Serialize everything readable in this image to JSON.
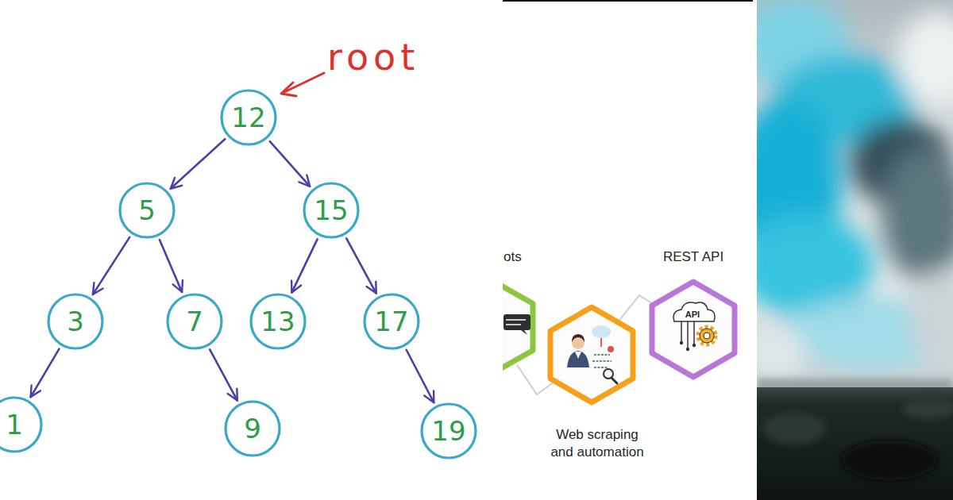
{
  "diagram": {
    "nodes": [
      {
        "text": [
          "12"
        ]
      },
      {
        "text": [
          "5"
        ]
      },
      {
        "text": [
          "15"
        ]
      },
      {
        "text": [
          "3"
        ]
      },
      {
        "text": [
          "7"
        ]
      },
      {
        "text": [
          "13"
        ]
      },
      {
        "text": [
          "17"
        ]
      },
      {
        "text": [
          "1"
        ]
      },
      {
        "text": [
          "9"
        ]
      },
      {
        "text": [
          "19"
        ]
      },
      {
        "text": [
          "ots"
        ]
      },
      {
        "text": [
          "Web scraping and automation"
        ]
      },
      {
        "text": [
          "REST API",
          "API"
        ]
      }
    ],
    "edges": [
      {
        "from": 0,
        "to": 1,
        "arrow": "to"
      },
      {
        "from": 0,
        "to": 2,
        "arrow": "to"
      },
      {
        "from": 1,
        "to": 3,
        "arrow": "to"
      },
      {
        "from": 1,
        "to": 4,
        "arrow": "to"
      },
      {
        "from": 2,
        "to": 5,
        "arrow": "to"
      },
      {
        "from": 2,
        "to": 6,
        "arrow": "to"
      },
      {
        "from": 3,
        "to": 7,
        "arrow": "to"
      },
      {
        "from": 4,
        "to": 8,
        "arrow": "to"
      },
      {
        "from": 6,
        "to": 9,
        "arrow": "to"
      },
      {
        "from": 10,
        "to": 11,
        "arrow": "none"
      },
      {
        "from": 11,
        "to": 12,
        "arrow": "none"
      }
    ],
    "labels": [
      "root"
    ]
  }
}
